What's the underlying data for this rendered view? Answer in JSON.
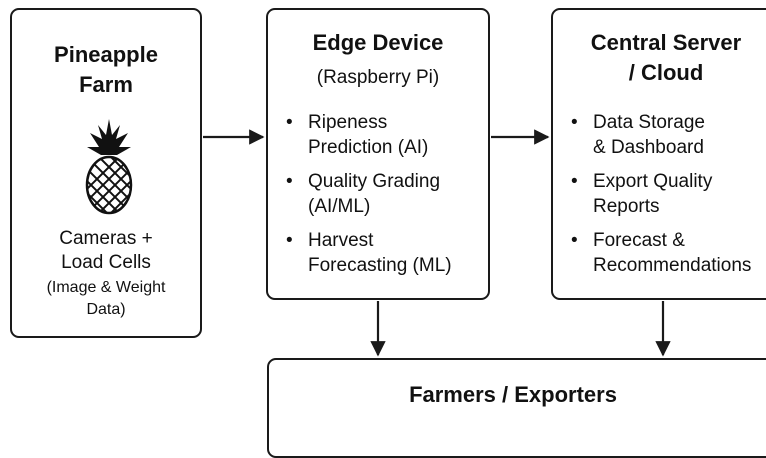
{
  "farm": {
    "title_line1": "Pineapple",
    "title_line2": "Farm",
    "icon": "pineapple-icon",
    "sensors_line1": "Cameras +",
    "sensors_line2": "Load Cells",
    "data_line1": "(Image & Weight",
    "data_line2": "Data)"
  },
  "edge": {
    "title": "Edge Device",
    "subtitle": "(Raspberry Pi)",
    "items": [
      {
        "line1": "Ripeness",
        "line2": "Prediction (AI)"
      },
      {
        "line1": "Quality Grading",
        "line2": "(AI/ML)"
      },
      {
        "line1": "Harvest",
        "line2": "Forecasting (ML)"
      }
    ]
  },
  "cloud": {
    "title_line1": "Central Server",
    "title_line2": "/ Cloud",
    "items": [
      {
        "line1": "Data Storage",
        "line2": "& Dashboard"
      },
      {
        "line1": "Export Quality",
        "line2": "Reports"
      },
      {
        "line1": "Forecast &",
        "line2": "Recommendations"
      }
    ]
  },
  "users": {
    "label": "Farmers / Exporters"
  },
  "bullet_char": "•",
  "colors": {
    "stroke": "#1a1a1a",
    "background": "#ffffff",
    "text": "#111111"
  }
}
